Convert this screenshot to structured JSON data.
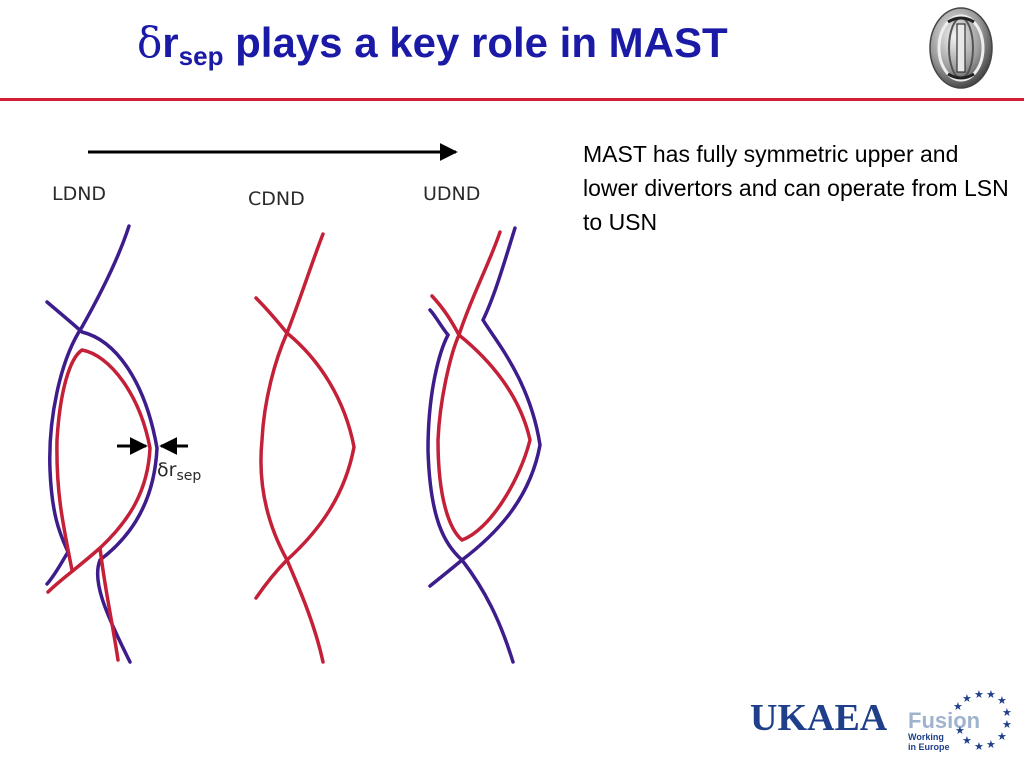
{
  "slide": {
    "title": {
      "delta": "δ",
      "main": "r",
      "subscript": "sep",
      "rest": " plays a key role in MAST"
    },
    "body_text": "MAST has fully symmetric upper and lower divertors and can operate from LSN to USN"
  },
  "diagram": {
    "labels": {
      "ldnd": "LDND",
      "cdnd": "CDND",
      "udnd": "UDND",
      "delta_symbol": "δ",
      "delta_r": "r",
      "delta_sub": "sep"
    },
    "colors": {
      "red": "#c42038",
      "purple": "#3d1d8c",
      "arrow": "#000000"
    }
  },
  "logos": {
    "ukaea": "UKAEA",
    "fusion": "Fusion",
    "working": "Working",
    "in_europe": "in Europe",
    "colors": {
      "title_blue": "#1a1aa6",
      "rule_red": "#d21f35",
      "ukaea_blue": "#1f3f8a",
      "fusion_lightblue": "#9fb3cf"
    }
  }
}
